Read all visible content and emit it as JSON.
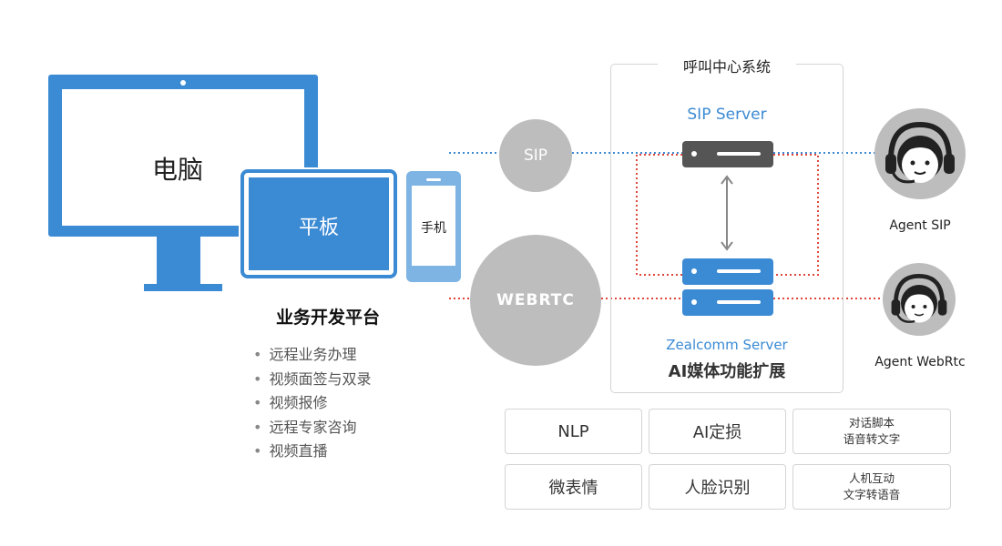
{
  "devices": {
    "pc_label": "电脑",
    "tablet_label": "平板",
    "phone_label": "手机"
  },
  "platform": {
    "title": "业务开发平台",
    "features": [
      "远程业务办理",
      "视频面签与双录",
      "视频报修",
      "远程专家咨询",
      "视频直播"
    ]
  },
  "protocols": {
    "sip": "SIP",
    "webrtc": "WEBRTC"
  },
  "call_center": {
    "title": "呼叫中心系统",
    "sip_server": "SIP Server",
    "zealcomm_server": "Zealcomm Server",
    "ai_extension": "AI媒体功能扩展"
  },
  "agents": {
    "sip": "Agent SIP",
    "webrtc": "Agent WebRtc"
  },
  "ai_features": {
    "nlp": "NLP",
    "ai_damage": "AI定损",
    "script_line1": "对话脚本",
    "script_line2": "语音转文字",
    "micro_expression": "微表情",
    "face_recognition": "人脸识别",
    "interaction_line1": "人机互动",
    "interaction_line2": "文字转语音"
  },
  "colors": {
    "blue": "#3b8ad4",
    "light_blue": "#7db4e4",
    "gray": "#bdbdbd",
    "dark_server": "#555555",
    "red_line": "#e0463b"
  }
}
